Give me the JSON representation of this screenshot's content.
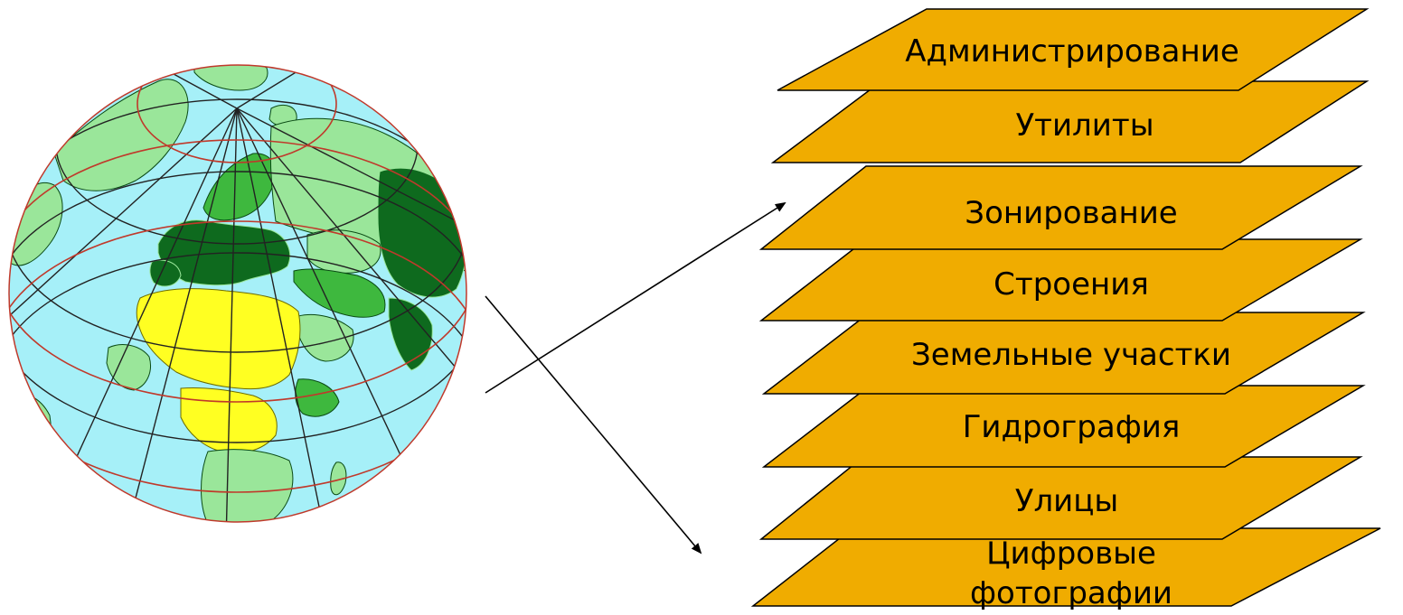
{
  "layers": [
    {
      "label": "Администрирование"
    },
    {
      "label": "Утилиты"
    },
    {
      "label": "Зонирование"
    },
    {
      "label": "Строения"
    },
    {
      "label": "Земельные участки"
    },
    {
      "label": "Гидрография"
    },
    {
      "label": "Улицы"
    },
    {
      "label_line1": "Цифровые",
      "label_line2": "фотографии"
    }
  ],
  "colors": {
    "layer_fill": "#F0AC00",
    "ocean": "#A6F0F8",
    "land_light": "#9AE69A",
    "land_mid": "#3EB83E",
    "land_dark": "#0E6A1E",
    "africa": "#FFFF22",
    "grid_black": "#222222",
    "grid_red": "#C0392B"
  },
  "icons": {
    "globe": "globe-icon"
  }
}
